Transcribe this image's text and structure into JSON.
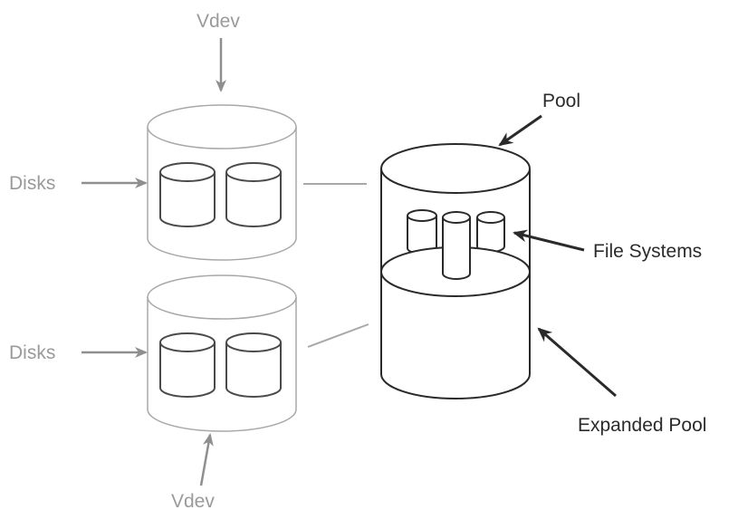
{
  "labels": {
    "vdev_top": "Vdev",
    "vdev_bottom": "Vdev",
    "disks_top": "Disks",
    "disks_bottom": "Disks",
    "pool": "Pool",
    "file_systems": "File Systems",
    "expanded_pool": "Expanded Pool"
  },
  "colors": {
    "vdev_stroke": "#a8a8a8",
    "disk_stroke": "#4a4a4a",
    "pool_stroke": "#2a2a2a",
    "gray_text": "#9a9a9a",
    "dark_text": "#2b2b2b"
  }
}
